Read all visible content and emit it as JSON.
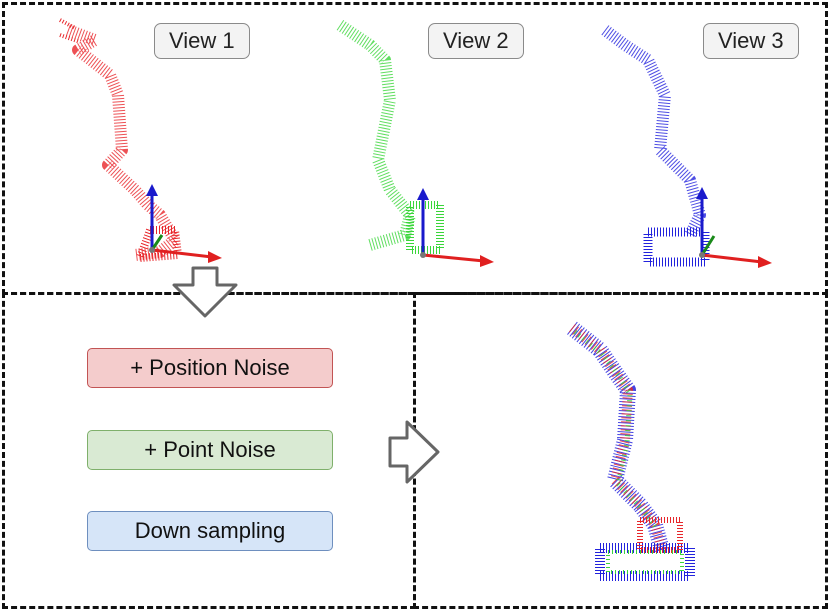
{
  "views": [
    {
      "label": "View 1",
      "color": "#e8262a"
    },
    {
      "label": "View 2",
      "color": "#3ad63a"
    },
    {
      "label": "View 3",
      "color": "#2222dd"
    }
  ],
  "operations": [
    {
      "label": "+ Position Noise",
      "fill": "#f4cccc",
      "border": "#c25454"
    },
    {
      "label": "+ Point Noise",
      "fill": "#d9ead3",
      "border": "#7fb06b"
    },
    {
      "label": "Down sampling",
      "fill": "#d6e5f8",
      "border": "#6e8fbf"
    }
  ],
  "axes_colors": {
    "x": "#e02020",
    "y": "#1a8a1a",
    "z": "#1a1acc"
  }
}
